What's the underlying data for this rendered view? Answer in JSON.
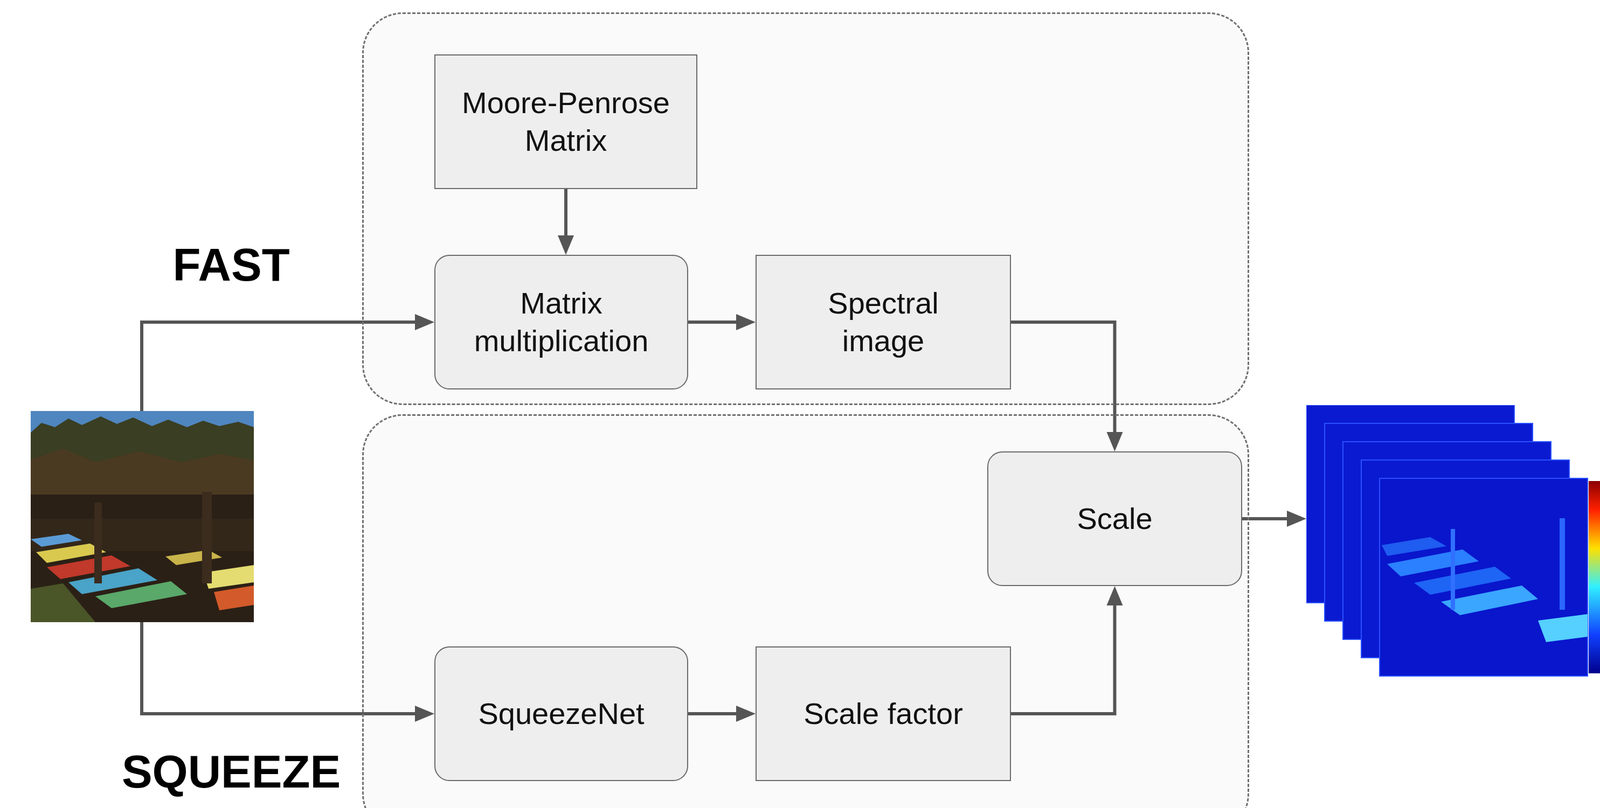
{
  "diagram": {
    "nodes": [
      {
        "text": [
          "FAST"
        ]
      },
      {
        "text": [
          "Moore-Penrose Matrix"
        ],
        "in": 0
      },
      {
        "text": [
          "Matrix multiplication"
        ],
        "in": 0
      },
      {
        "text": [
          "Spectral image"
        ],
        "in": 0
      },
      {
        "text": [
          "SQUEEZE"
        ]
      },
      {
        "text": [
          "Scale"
        ],
        "in": 4
      },
      {
        "text": [
          "SqueezeNet"
        ],
        "in": 4
      },
      {
        "text": [
          "Scale factor"
        ],
        "in": 4
      }
    ],
    "edges": [
      {
        "from": 1,
        "to": 2,
        "arrow": "to"
      },
      {
        "from": 2,
        "to": 3,
        "arrow": "to"
      },
      {
        "from": 3,
        "to": 5,
        "arrow": "to"
      },
      {
        "from": 6,
        "to": 7,
        "arrow": "to"
      },
      {
        "from": 7,
        "to": 5,
        "arrow": "to"
      }
    ]
  }
}
